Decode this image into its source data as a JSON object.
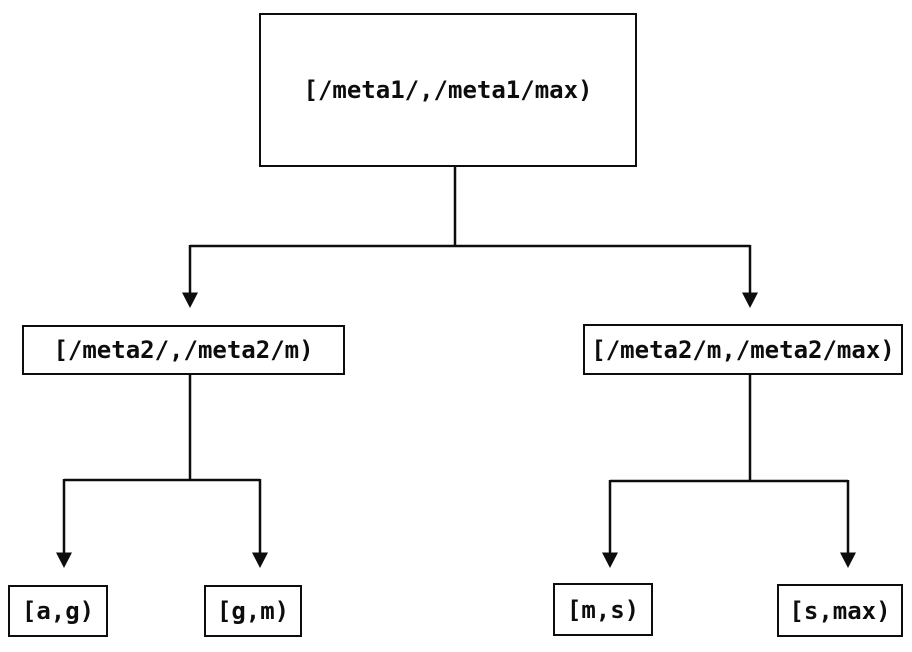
{
  "diagram": {
    "type": "tree",
    "colors": {
      "line": "#0d0d0d",
      "background": "#ffffff"
    },
    "nodes": {
      "root": {
        "label": "[/meta1/,/meta1/max)",
        "children": [
          "meta2_low",
          "meta2_high"
        ]
      },
      "meta2_low": {
        "label": "[/meta2/,/meta2/m)",
        "children": [
          "ag",
          "gm"
        ]
      },
      "meta2_high": {
        "label": "[/meta2/m,/meta2/max)",
        "children": [
          "ms",
          "smax"
        ]
      },
      "ag": {
        "label": "[a,g)",
        "children": []
      },
      "gm": {
        "label": "[g,m)",
        "children": []
      },
      "ms": {
        "label": "[m,s)",
        "children": []
      },
      "smax": {
        "label": "[s,max)",
        "children": []
      }
    },
    "edges": [
      {
        "from": "root",
        "to": "meta2_low"
      },
      {
        "from": "root",
        "to": "meta2_high"
      },
      {
        "from": "meta2_low",
        "to": "ag"
      },
      {
        "from": "meta2_low",
        "to": "gm"
      },
      {
        "from": "meta2_high",
        "to": "ms"
      },
      {
        "from": "meta2_high",
        "to": "smax"
      }
    ]
  }
}
